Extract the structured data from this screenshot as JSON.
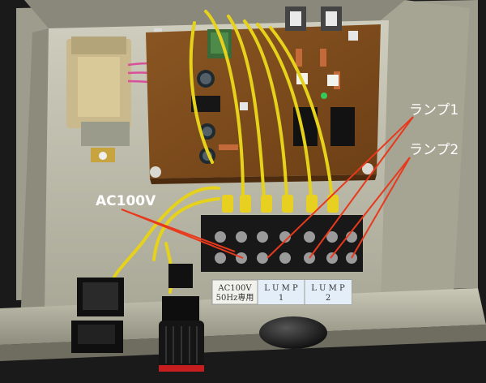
{
  "annotations": {
    "lamp1": "ランプ1",
    "lamp2": "ランプ2",
    "ac": "AC100V"
  },
  "panel_label": {
    "ac_line1": "AC100V",
    "ac_line2": "50Hz専用",
    "lump1_line1": "L U M P",
    "lump1_line2": "1",
    "lump2_line1": "L U M P",
    "lump2_line2": "2"
  },
  "colors": {
    "enclosure": "#b9b7a6",
    "pcb": "#7a4a1c",
    "wire": "#e6d21a",
    "annotation_line": "#e8391c"
  }
}
